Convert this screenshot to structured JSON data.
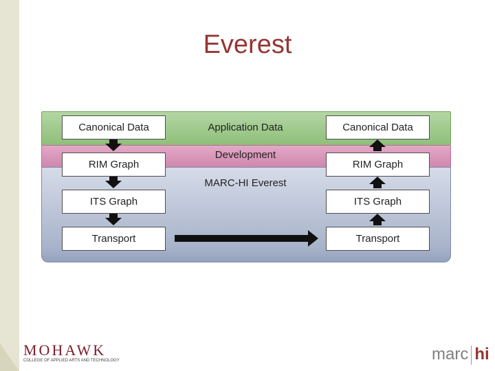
{
  "title": "Everest",
  "bands": {
    "top_label": "Application Data",
    "middle_label": "Development",
    "bottom_label": "MARC-HI Everest"
  },
  "left_stack": [
    "Canonical Data",
    "RIM Graph",
    "ITS Graph",
    "Transport"
  ],
  "right_stack": [
    "Canonical Data",
    "RIM Graph",
    "ITS Graph",
    "Transport"
  ],
  "logos": {
    "left_name": "MOHAWK",
    "left_sub": "COLLEGE OF APPLIED ARTS AND TECHNOLOGY",
    "right_marc": "marc",
    "right_hi": "hi"
  },
  "colors": {
    "title": "#943634",
    "band_green": "#9cc988",
    "band_pink": "#d796b8",
    "band_blue": "#b6bfd3"
  }
}
